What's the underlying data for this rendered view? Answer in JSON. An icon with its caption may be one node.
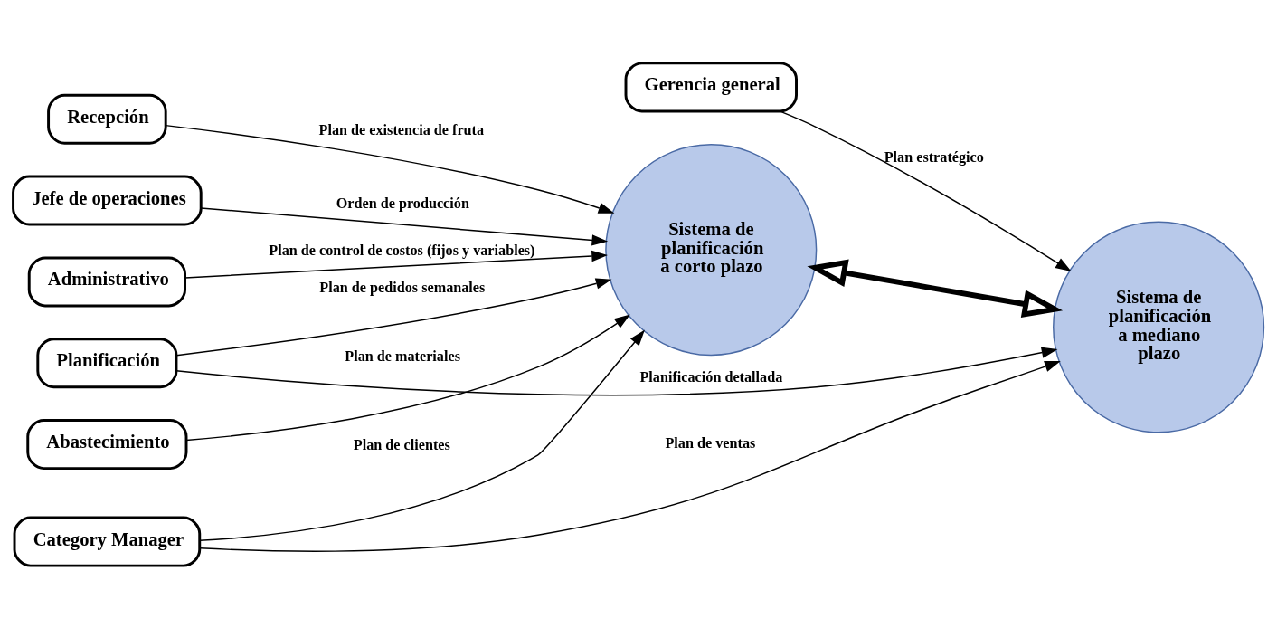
{
  "diagram": {
    "nodes": [
      {
        "text": [
          "Abastecimiento"
        ]
      },
      {
        "text": [
          "Recepción"
        ]
      },
      {
        "text": [
          "Gerencia general"
        ]
      },
      {
        "text": [
          "Jefe de operaciones"
        ]
      },
      {
        "text": [
          "Sistema de planificación a corto plazo"
        ]
      },
      {
        "text": [
          "Sistema de planificación a mediano plazo"
        ]
      },
      {
        "text": [
          "Category Manager"
        ]
      },
      {
        "text": [
          "Administrativo"
        ]
      },
      {
        "text": [
          "Planificación"
        ]
      }
    ],
    "edges": [
      {
        "from": 0,
        "to": 4,
        "arrow": "to",
        "label": "Plan de materiales"
      },
      {
        "from": 1,
        "to": 4,
        "arrow": "to",
        "label": "Plan de existencia de fruta"
      },
      {
        "from": 3,
        "to": 4,
        "arrow": "to",
        "label": "Orden de producción"
      },
      {
        "from": 6,
        "to": 4,
        "arrow": "to",
        "label": "Plan de clientes"
      },
      {
        "from": 8,
        "to": 4,
        "arrow": "to",
        "label": "Plan de pedidos semanales"
      },
      {
        "from": 7,
        "to": 4,
        "arrow": "to",
        "label": "Plan de control de costos (fijos y variables)"
      },
      {
        "from": 4,
        "to": 5,
        "arrow": "both",
        "style": "thick"
      },
      {
        "from": 2,
        "to": 5,
        "arrow": "to",
        "label": "Plan estratégico"
      },
      {
        "from": 8,
        "to": 5,
        "arrow": "to",
        "label": "Planificación detallada"
      },
      {
        "from": 6,
        "to": 5,
        "arrow": "to",
        "label": "Plan de ventas"
      }
    ]
  }
}
